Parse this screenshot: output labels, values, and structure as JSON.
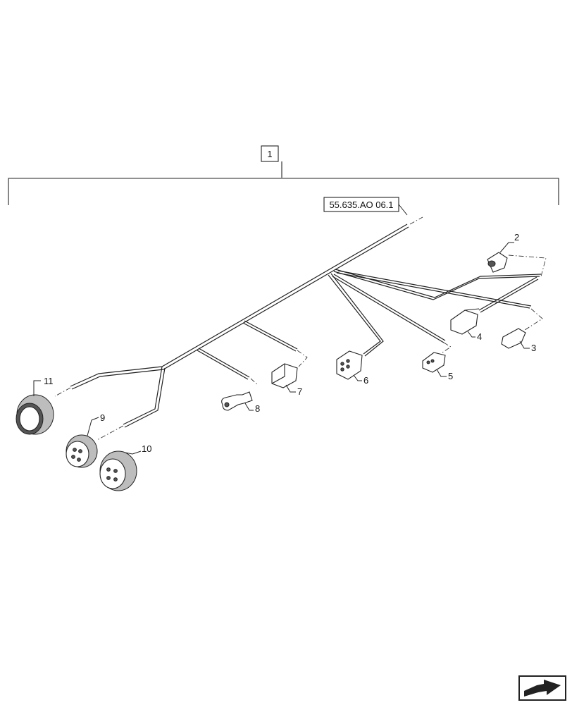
{
  "assembly_label": "1",
  "reference_label": "55.635.AO 06.1",
  "callouts": {
    "c2": "2",
    "c3": "3",
    "c4": "4",
    "c5": "5",
    "c6": "6",
    "c7": "7",
    "c8": "8",
    "c9": "9",
    "c10": "10",
    "c11": "11"
  },
  "nav_icon": "arrow-next-page-icon"
}
